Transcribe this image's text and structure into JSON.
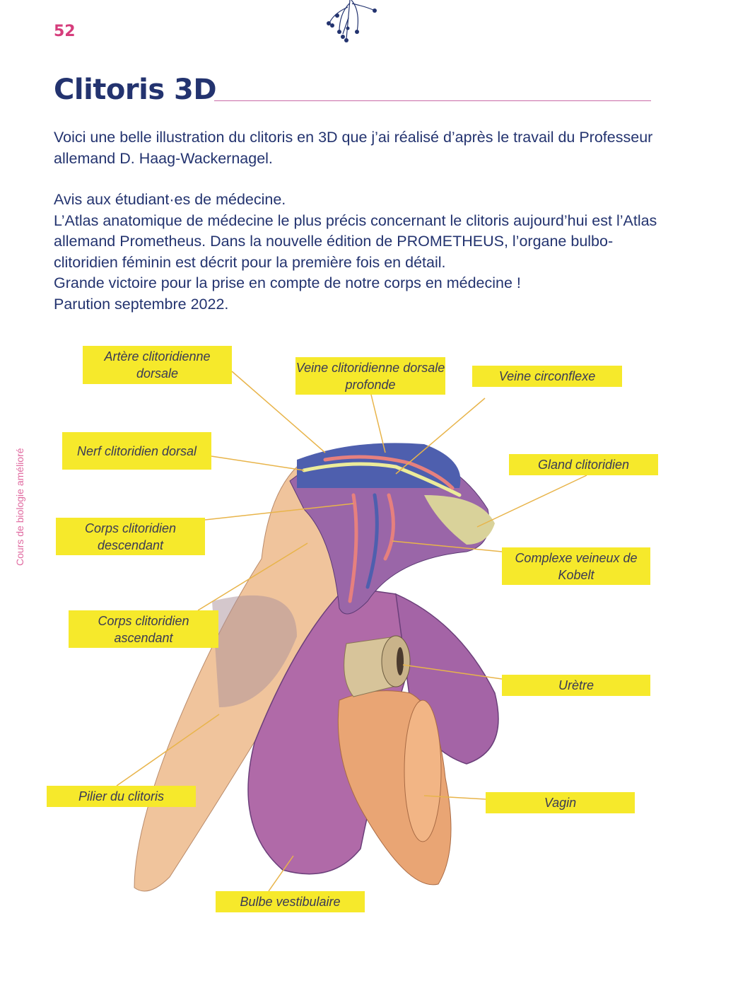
{
  "page_number": "52",
  "title": "Clitoris 3D",
  "paragraphs": [
    "Voici une belle illustration du clitoris en 3D que j’ai réalisé d’après le travail du Professeur allemand D. Haag-Wackernagel.",
    "Avis aux étudiant·es de médecine.",
    "L’Atlas anatomique de médecine le plus précis concernant le clitoris aujourd’hui est l’Atlas allemand Prometheus. Dans la nouvelle édition de PROMETHEUS, l’organe bulbo-clitoridien féminin est décrit pour la première fois en détail.",
    "Grande victoire pour la prise en compte de notre corps en médecine !",
    "Parution septembre 2022."
  ],
  "side_text": "Cours de biologie amélioré",
  "figure": {
    "labels": [
      "Artère clitoridienne dorsale",
      "Veine clitoridienne dorsale profonde",
      "Veine circonflexe",
      "Nerf clitoridien dorsal",
      "Gland clitoridien",
      "Corps clitoridien descendant",
      "Complexe veineux de Kobelt",
      "Corps clitoridien ascendant",
      "Urètre",
      "Vagin",
      "Pilier du clitoris",
      "Bulbe vestibulaire"
    ]
  },
  "colors": {
    "accent": "#d63d7c",
    "heading": "#23336f",
    "label_bg": "#f6e92b",
    "leader": "#e8b44a"
  }
}
